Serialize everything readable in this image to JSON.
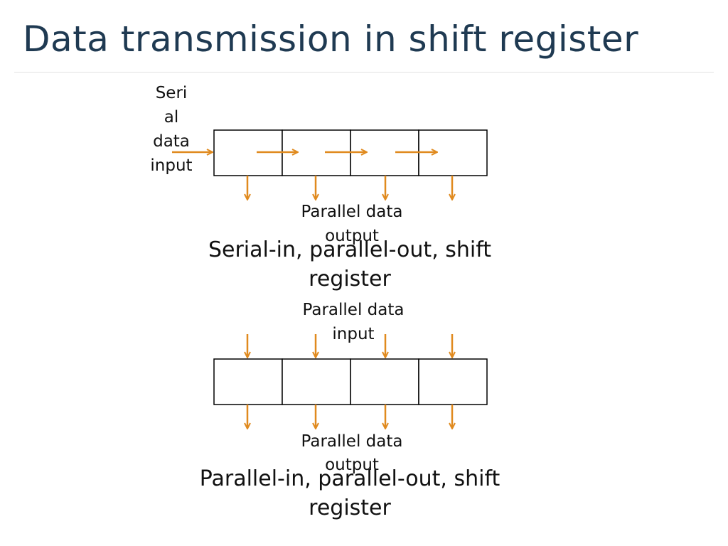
{
  "title": "Data transmission in shift register",
  "colors": {
    "arrow": "#e08a1e",
    "title": "#1f3a52",
    "box": "#000000"
  },
  "diagram_sipo": {
    "serial_input_lines": [
      "Seri",
      "al",
      "data",
      "input"
    ],
    "parallel_output_lines": [
      "Parallel data",
      "output"
    ],
    "caption_lines": [
      "Serial-in, parallel-out, shift",
      "register"
    ]
  },
  "diagram_pipo": {
    "parallel_input_lines": [
      "Parallel data",
      "input"
    ],
    "parallel_output_lines": [
      "Parallel data",
      "output"
    ],
    "caption_lines": [
      "Parallel-in, parallel-out, shift",
      "register"
    ]
  }
}
